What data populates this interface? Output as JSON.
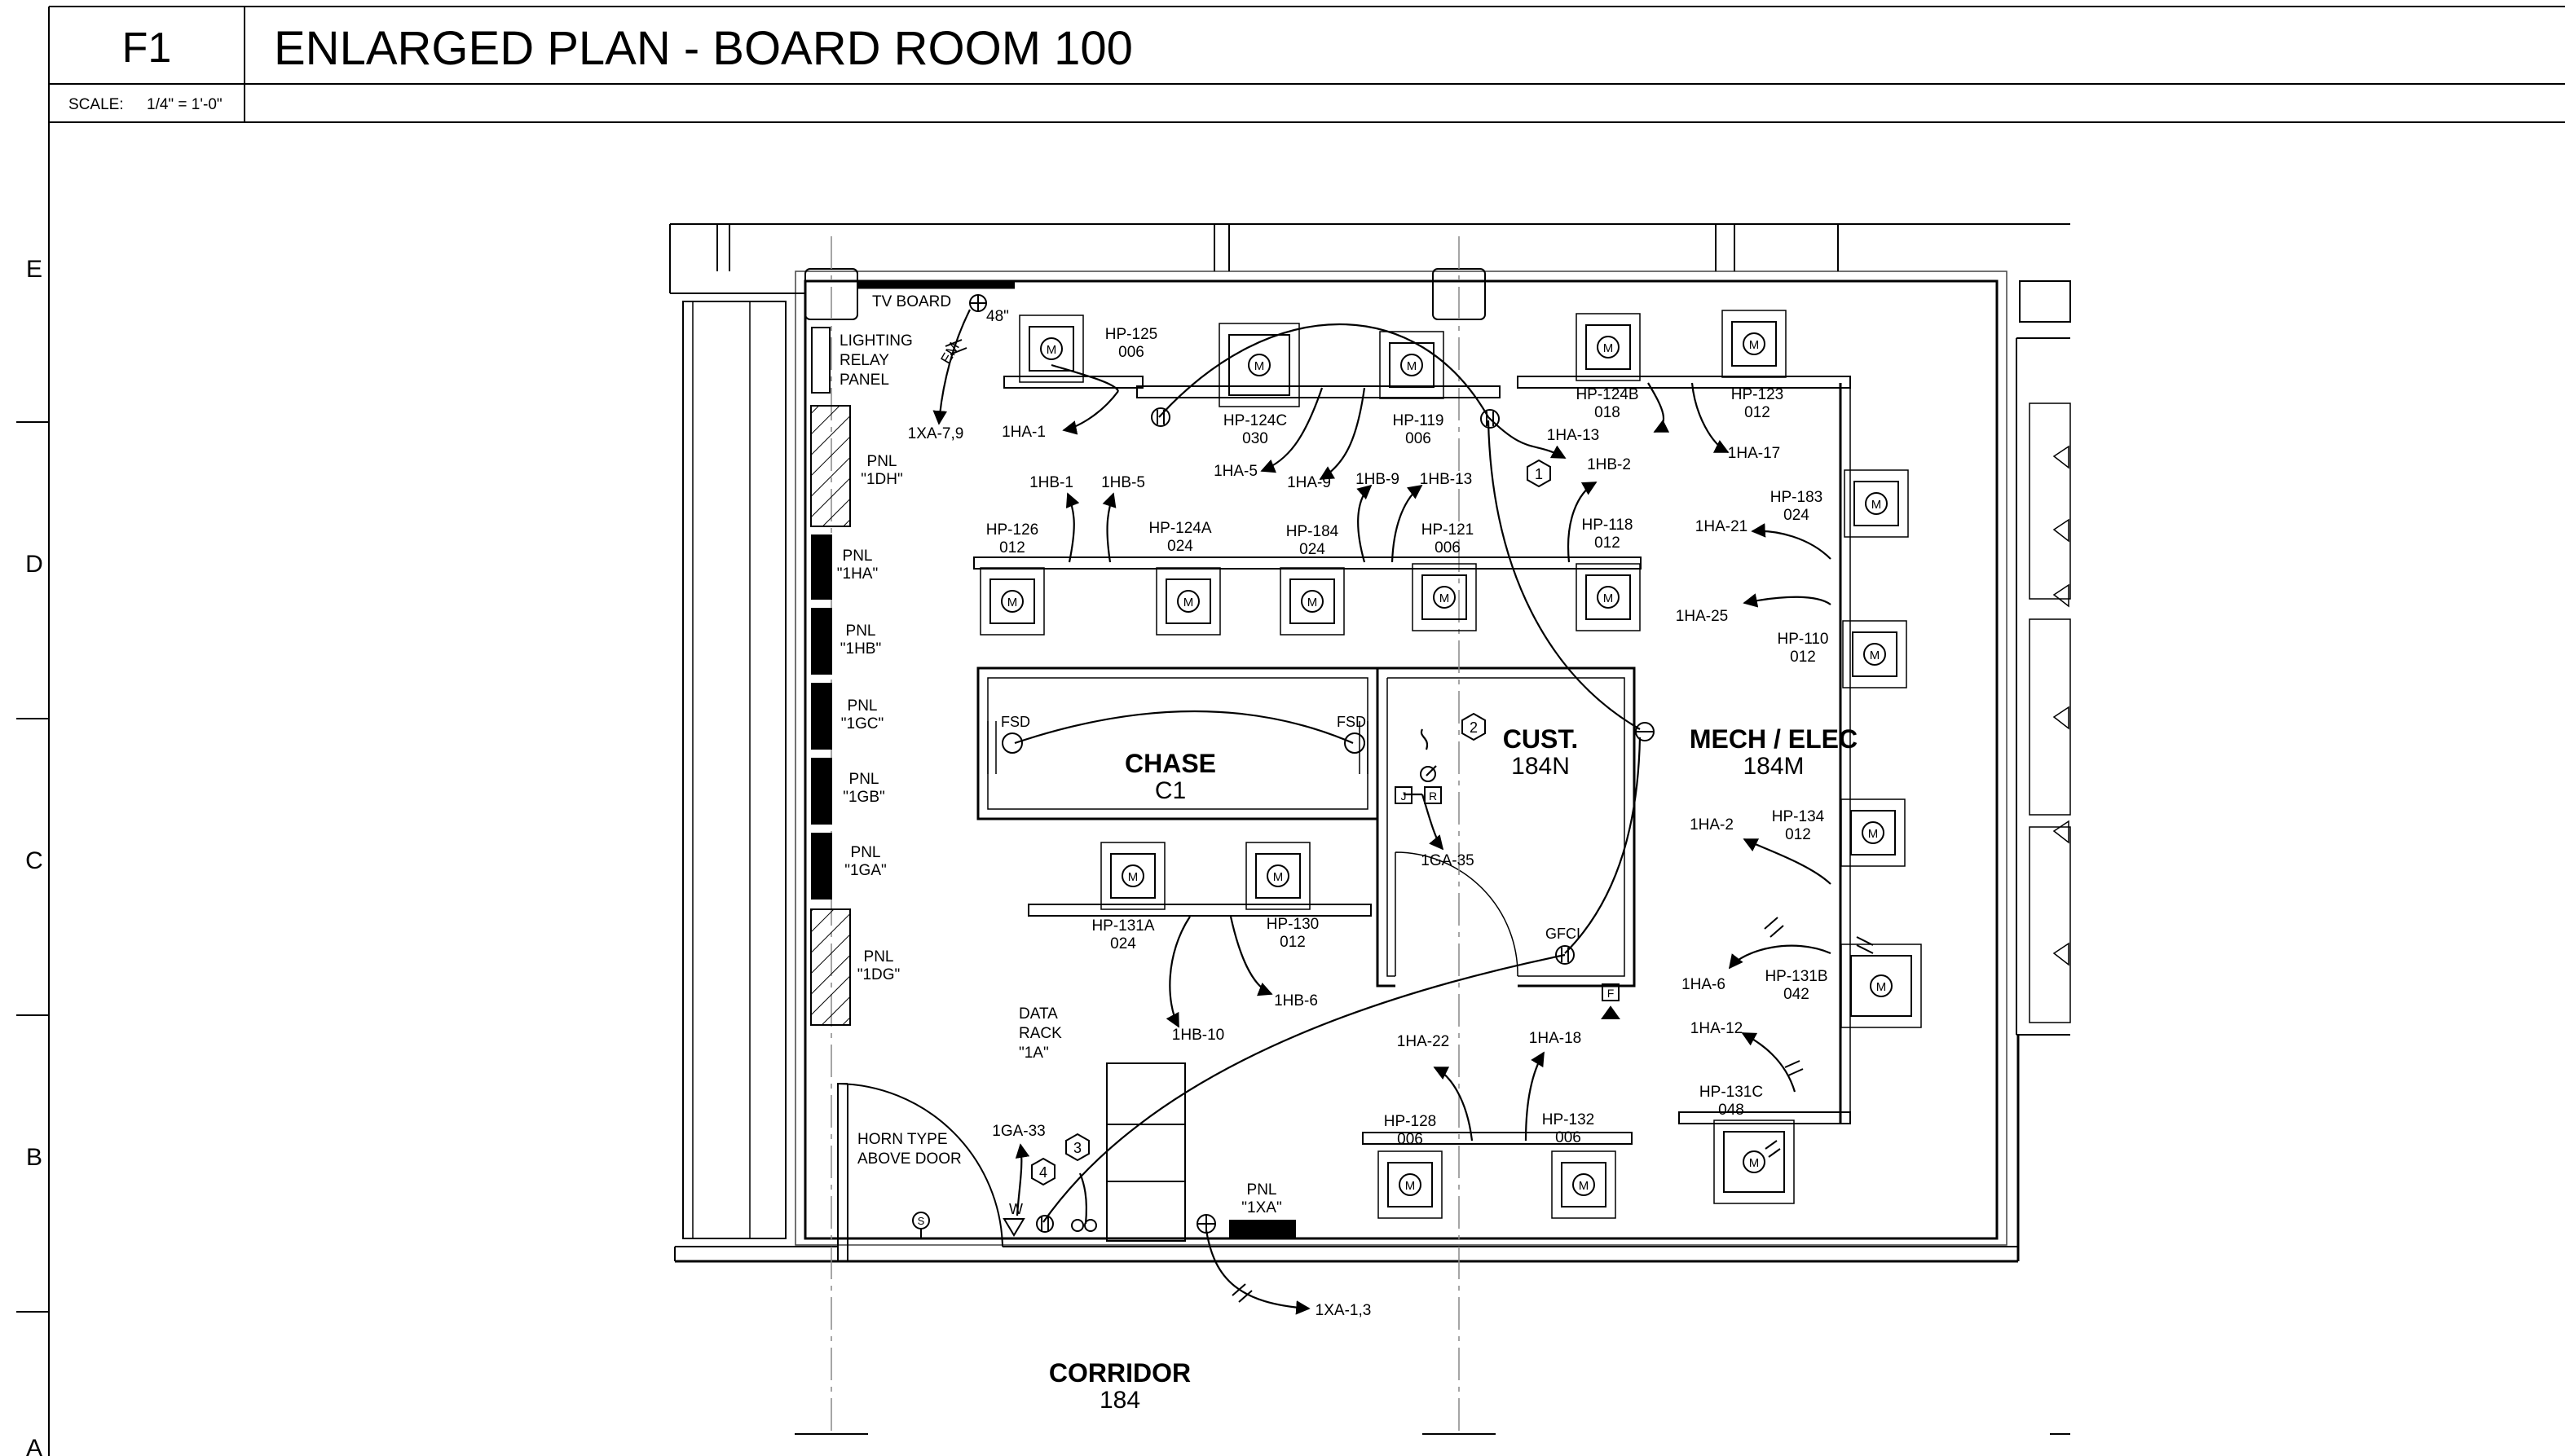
{
  "title_block": {
    "id": "F1",
    "title": "ENLARGED PLAN - BOARD ROOM 100",
    "scale_label": "SCALE:",
    "scale_value": "1/4\" = 1'-0\""
  },
  "grid_letters": [
    "E",
    "D",
    "C",
    "B",
    "A"
  ],
  "rooms": [
    {
      "name": "CHASE",
      "number": "C1"
    },
    {
      "name": "CUST.",
      "number": "184N"
    },
    {
      "name": "MECH / ELEC",
      "number": "184M"
    },
    {
      "name": "CORRIDOR",
      "number": "184"
    }
  ],
  "panels": [
    {
      "line1": "PNL",
      "line2": "\"1DH\""
    },
    {
      "line1": "PNL",
      "line2": "\"1HA\""
    },
    {
      "line1": "PNL",
      "line2": "\"1HB\""
    },
    {
      "line1": "PNL",
      "line2": "\"1GC\""
    },
    {
      "line1": "PNL",
      "line2": "\"1GB\""
    },
    {
      "line1": "PNL",
      "line2": "\"1GA\""
    },
    {
      "line1": "PNL",
      "line2": "\"1DG\""
    },
    {
      "line1": "PNL",
      "line2": "\"1XA\""
    }
  ],
  "pumps": [
    {
      "tag": "HP-125",
      "size": "006"
    },
    {
      "tag": "HP-124C",
      "size": "030"
    },
    {
      "tag": "HP-119",
      "size": "006"
    },
    {
      "tag": "HP-124B",
      "size": "018"
    },
    {
      "tag": "HP-123",
      "size": "012"
    },
    {
      "tag": "HP-183",
      "size": "024"
    },
    {
      "tag": "HP-126",
      "size": "012"
    },
    {
      "tag": "HP-124A",
      "size": "024"
    },
    {
      "tag": "HP-184",
      "size": "024"
    },
    {
      "tag": "HP-121",
      "size": "006"
    },
    {
      "tag": "HP-118",
      "size": "012"
    },
    {
      "tag": "HP-110",
      "size": "012"
    },
    {
      "tag": "HP-134",
      "size": "012"
    },
    {
      "tag": "HP-131B",
      "size": "042"
    },
    {
      "tag": "HP-131A",
      "size": "024"
    },
    {
      "tag": "HP-130",
      "size": "012"
    },
    {
      "tag": "HP-128",
      "size": "006"
    },
    {
      "tag": "HP-132",
      "size": "006"
    },
    {
      "tag": "HP-131C",
      "size": "048"
    }
  ],
  "circuits": [
    "1HA-1",
    "1XA-7,9",
    "1HA-5",
    "1HA-9",
    "1HB-9",
    "1HB-13",
    "1HA-13",
    "1HB-2",
    "1HA-17",
    "1HB-1",
    "1HB-5",
    "1HA-21",
    "1HA-25",
    "1HA-2",
    "1HA-6",
    "1HA-12",
    "1GA-35",
    "1HB-6",
    "1HB-10",
    "1HA-22",
    "1HA-18",
    "1GA-33",
    "1XA-1,3"
  ],
  "notes": {
    "tv_board": "TV BOARD",
    "height_48": "48\"",
    "em": "EM",
    "lighting_relay": [
      "LIGHTING",
      "RELAY",
      "PANEL"
    ],
    "data_rack": [
      "DATA",
      "RACK",
      "\"1A\""
    ],
    "horn": [
      "HORN TYPE",
      "ABOVE DOOR"
    ],
    "fsd": "FSD",
    "gfci": "GFCI",
    "w": "W",
    "j": "J",
    "r": "R",
    "f": "F",
    "s": "S",
    "m": "M",
    "keynotes": [
      "1",
      "2",
      "3",
      "4"
    ]
  }
}
